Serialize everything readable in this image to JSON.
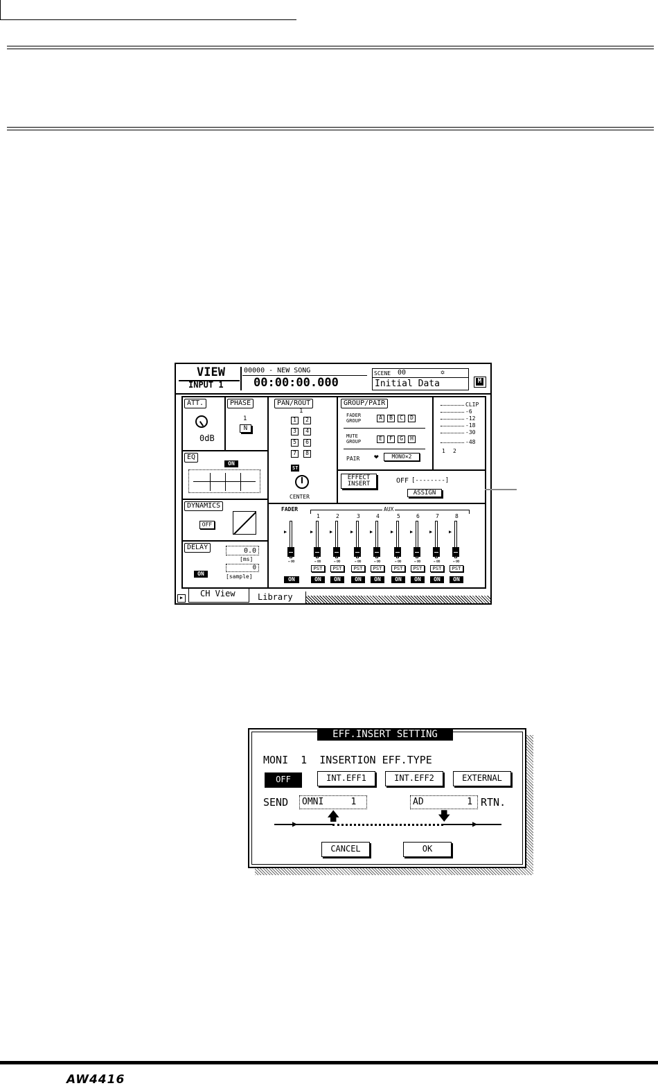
{
  "page": {
    "brand_logo": "AW4416"
  },
  "view_screen": {
    "title": "VIEW",
    "channel": "INPUT 1",
    "song": "00000 - NEW SONG",
    "time": "00:00:00.000",
    "scene_label": "SCENE",
    "scene_number": "00",
    "scene_name": "Initial Data",
    "m_button": "M",
    "att": {
      "label": "ATT.",
      "value": "0dB"
    },
    "phase": {
      "label": "PHASE",
      "channel": "1",
      "value": "N"
    },
    "eq": {
      "label": "EQ",
      "state": "ON"
    },
    "dynamics": {
      "label": "DYNAMICS",
      "state": "OFF"
    },
    "delay": {
      "label": "DELAY",
      "ms_value": "0.0",
      "ms_unit": "[ms]",
      "sample_value": "0",
      "sample_unit": "[sample]",
      "state": "ON"
    },
    "pan_rout": {
      "label": "PAN/ROUT",
      "channel": "1",
      "buses": [
        "1",
        "2",
        "3",
        "4",
        "5",
        "6",
        "7",
        "8"
      ],
      "st": "ST",
      "pan_value": "CENTER"
    },
    "group_pair": {
      "label": "GROUP/PAIR",
      "fader_group_label": "FADER GROUP",
      "fader_groups": [
        "A",
        "B",
        "C",
        "D"
      ],
      "mute_group_label": "MUTE GROUP",
      "mute_groups": [
        "E",
        "F",
        "G",
        "H"
      ],
      "pair_label": "PAIR",
      "pair_value": "MONO×2"
    },
    "meter": {
      "scale": [
        "CLIP",
        "-6",
        "-12",
        "-18",
        "-30",
        "-48"
      ],
      "channels": [
        "1",
        "2"
      ]
    },
    "effect_insert": {
      "label_line1": "EFFECT",
      "label_line2": "INSERT",
      "state": "OFF",
      "value": "[--------]",
      "assign_button": "ASSIGN"
    },
    "fader": {
      "label": "FADER",
      "aux_label": "AUX",
      "main_value": "-∞",
      "main_on": "ON",
      "aux": [
        {
          "num": "1",
          "value": "-∞",
          "pst": "PST",
          "on": "ON"
        },
        {
          "num": "2",
          "value": "-∞",
          "pst": "PST",
          "on": "ON"
        },
        {
          "num": "3",
          "value": "-∞",
          "pst": "PST",
          "on": "ON"
        },
        {
          "num": "4",
          "value": "-∞",
          "pst": "PST",
          "on": "ON"
        },
        {
          "num": "5",
          "value": "-∞",
          "pst": "PST",
          "on": "ON"
        },
        {
          "num": "6",
          "value": "-∞",
          "pst": "PST",
          "on": "ON"
        },
        {
          "num": "7",
          "value": "-∞",
          "pst": "PST",
          "on": "ON"
        },
        {
          "num": "8",
          "value": "-∞",
          "pst": "PST",
          "on": "ON"
        }
      ]
    },
    "tabs": [
      "CH View",
      "Library"
    ]
  },
  "dialog": {
    "title": "EFF.INSERT SETTING",
    "heading": "MONI  1  INSERTION EFF.TYPE",
    "buttons": [
      "OFF",
      "INT.EFF1",
      "INT.EFF2",
      "EXTERNAL"
    ],
    "send_label": "SEND",
    "send_value": "OMNI     1",
    "return_value": "AD        1",
    "rtn_label": "RTN.",
    "cancel": "CANCEL",
    "ok": "OK"
  }
}
